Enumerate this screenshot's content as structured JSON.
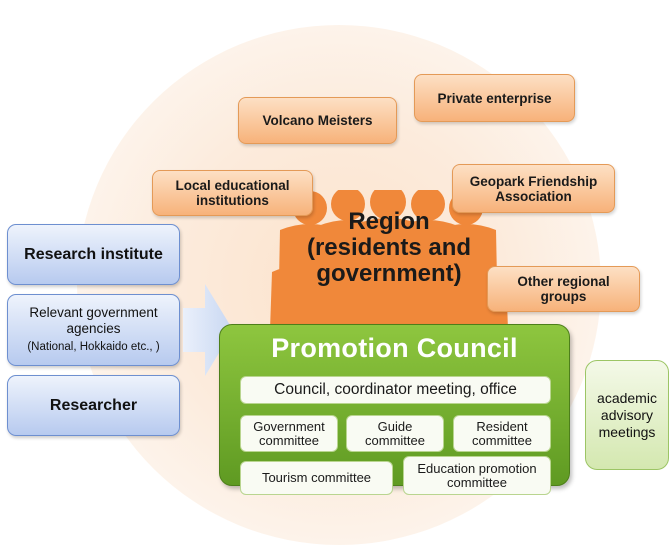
{
  "region": {
    "label": "Region (residents and government)"
  },
  "orange_boxes": {
    "volcano": "Volcano Meisters",
    "private": "Private enterprise",
    "local_edu": "Local educational institutions",
    "friendship": "Geopark Friendship Association",
    "other": "Other regional groups"
  },
  "left_boxes": {
    "research_institute": "Research institute",
    "gov_agencies_line1": "Relevant government agencies",
    "gov_agencies_line2": "(National, Hokkaido etc., )",
    "researcher": "Researcher"
  },
  "council": {
    "title": "Promotion Council",
    "meeting": "Council, coordinator meeting, office",
    "committees": {
      "government": "Government committee",
      "guide": "Guide committee",
      "resident": "Resident committee",
      "tourism": "Tourism committee",
      "education": "Education promotion committee"
    }
  },
  "advisory": "academic advisory meetings",
  "colors": {
    "orange": "#f0883a",
    "green": "#6aa82b",
    "blue": "#b7caef"
  }
}
